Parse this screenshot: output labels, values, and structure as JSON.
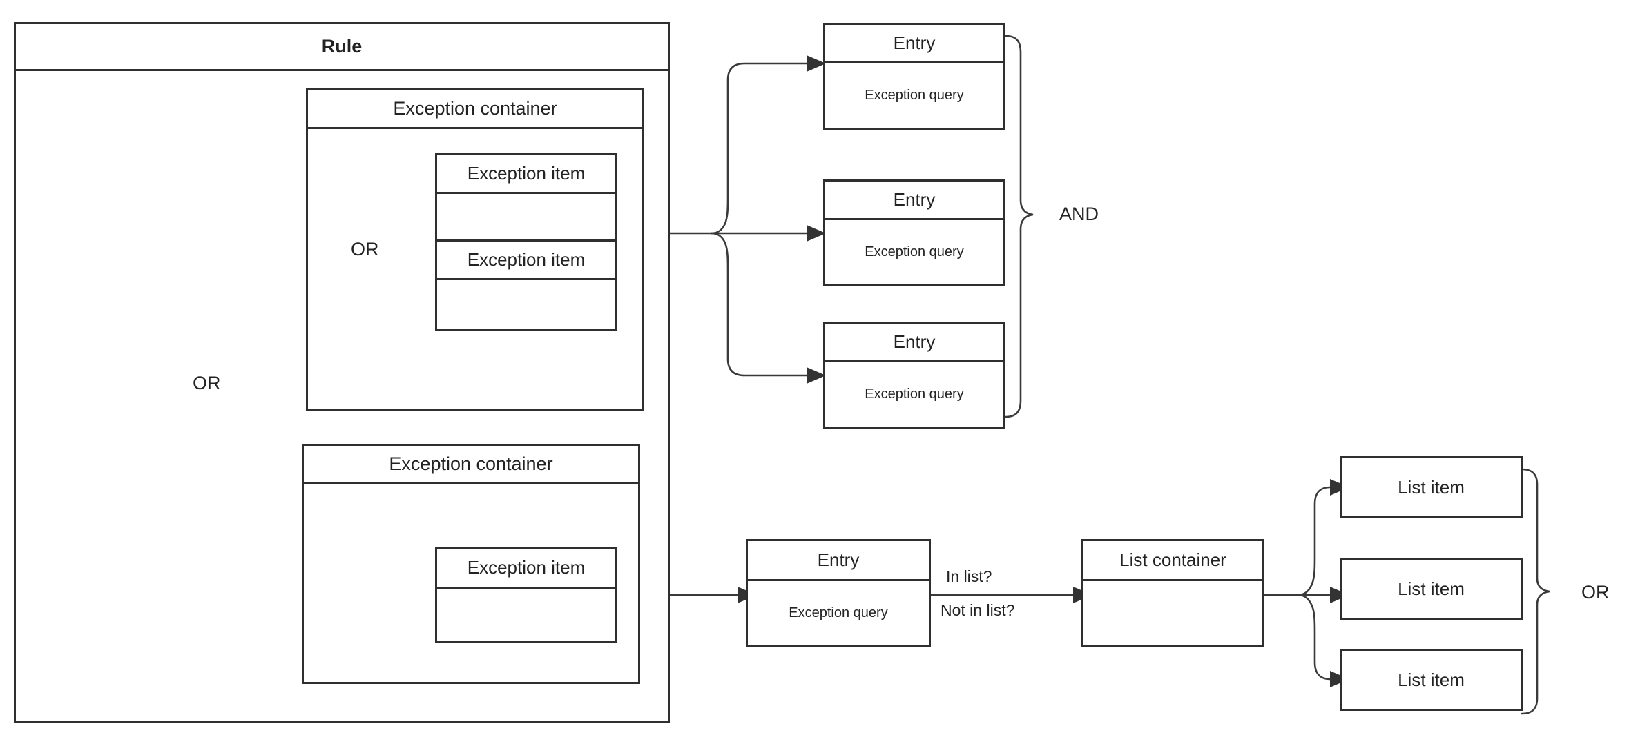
{
  "diagram": {
    "title": "Rule",
    "background": "#ffffff",
    "stroke_color": "#2f2f2f",
    "text_color": "#232323",
    "connector_color": "#3a3a3a"
  },
  "rule": {
    "header": "Rule"
  },
  "exception_containers": [
    {
      "header": "Exception container",
      "operator": "OR",
      "items": [
        {
          "header": "Exception item",
          "body": ""
        },
        {
          "header": "Exception item",
          "body": ""
        }
      ]
    },
    {
      "header": "Exception container",
      "operator": "",
      "items": [
        {
          "header": "Exception item",
          "body": ""
        }
      ]
    }
  ],
  "rule_operator": "OR",
  "entries": [
    {
      "header": "Entry",
      "body": "Exception query"
    },
    {
      "header": "Entry",
      "body": "Exception query"
    },
    {
      "header": "Entry",
      "body": "Exception query"
    }
  ],
  "entries_operator": "AND",
  "list_flow": {
    "entry": {
      "header": "Entry",
      "body": "Exception query"
    },
    "edge_labels": [
      "In list?",
      "Not in list?"
    ],
    "list_container": {
      "header": "List container",
      "body": ""
    },
    "list_items": [
      {
        "label": "List item"
      },
      {
        "label": "List item"
      },
      {
        "label": "List item"
      }
    ],
    "list_operator": "OR"
  }
}
